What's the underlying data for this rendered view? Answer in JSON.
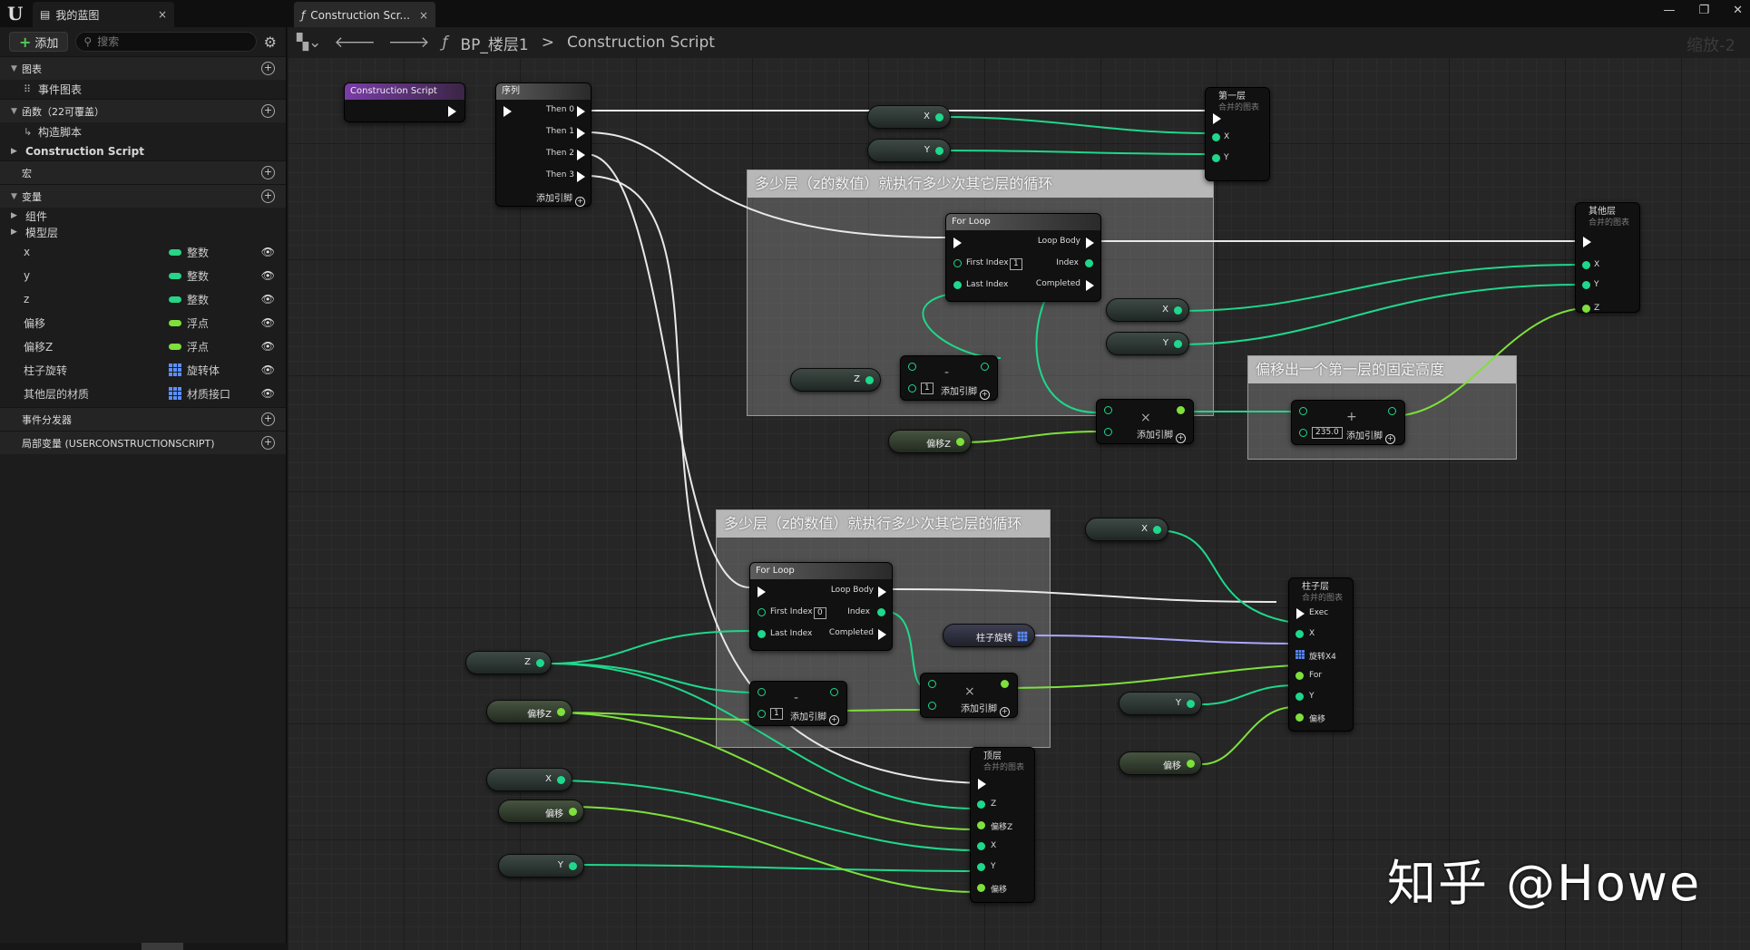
{
  "titlebar": {
    "tab1_label": "我的蓝图",
    "tab2_label": "Construction Scr...",
    "close": "×"
  },
  "left_panel": {
    "add_label": "添加",
    "search_placeholder": "搜索",
    "sections": {
      "graphs": "图表",
      "event_graph": "事件图表",
      "functions": "函数（22可覆盖）",
      "construct_script_cn": "构造脚本",
      "construction_script": "Construction Script",
      "macros": "宏",
      "variables": "变量",
      "components": "组件",
      "model_layer": "模型层",
      "event_dispatchers": "事件分发器",
      "local_vars": "局部变量 (USERCONSTRUCTIONSCRIPT)"
    },
    "variables": [
      {
        "name": "x",
        "type": "整数",
        "kind": "int"
      },
      {
        "name": "y",
        "type": "整数",
        "kind": "int"
      },
      {
        "name": "z",
        "type": "整数",
        "kind": "int"
      },
      {
        "name": "偏移",
        "type": "浮点",
        "kind": "float"
      },
      {
        "name": "偏移Z",
        "type": "浮点",
        "kind": "float"
      },
      {
        "name": "柱子旋转",
        "type": "旋转体",
        "kind": "rotator"
      },
      {
        "name": "其他层的材质",
        "type": "材质接口",
        "kind": "material"
      }
    ]
  },
  "graph_toolbar": {
    "blueprint": "BP_楼层1",
    "separator": ">",
    "function": "Construction Script",
    "zoom": "缩放-2"
  },
  "comments": {
    "c1": "多少层（z的数值）就执行多少次其它层的循环",
    "c2": "偏移出一个第一层的固定高度",
    "c3": "多少层（z的数值）就执行多少次其它层的循环"
  },
  "nodes": {
    "construction_script": "Construction Script",
    "sequence": "序列",
    "then0": "Then 0",
    "then1": "Then 1",
    "then2": "Then 2",
    "then3": "Then 3",
    "add_pin": "添加引脚",
    "first_floor": "第一层",
    "collapsed_graph": "合并的图表",
    "other_floors": "其他层",
    "pillar_floor": "柱子层",
    "top_floor": "顶层",
    "for_loop": "For Loop",
    "loop_body": "Loop Body",
    "first_index": "First Index",
    "index": "Index",
    "last_index": "Last Index",
    "completed": "Completed",
    "exec": "Exec",
    "rot_x4": "旋转X4",
    "for": "For",
    "x": "X",
    "y": "Y",
    "z": "Z",
    "offset": "偏移",
    "offset_z": "偏移Z",
    "pillar_rot": "柱子旋转",
    "one": "1",
    "zero": "0",
    "const_235": "235.0",
    "minus": "-",
    "times": "×",
    "plus": "+"
  },
  "watermark": "知乎 @Howe"
}
